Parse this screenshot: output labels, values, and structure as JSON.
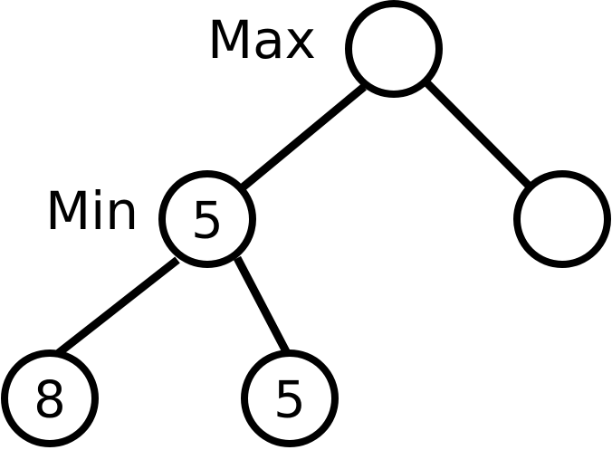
{
  "labels": {
    "max_level": "Max",
    "min_level": "Min"
  },
  "nodes": {
    "root": {
      "value": ""
    },
    "left": {
      "value": "5"
    },
    "right": {
      "value": ""
    },
    "left_left": {
      "value": "8"
    },
    "left_right": {
      "value": "5"
    }
  },
  "colors": {
    "stroke": "#000000",
    "fill": "#ffffff"
  }
}
